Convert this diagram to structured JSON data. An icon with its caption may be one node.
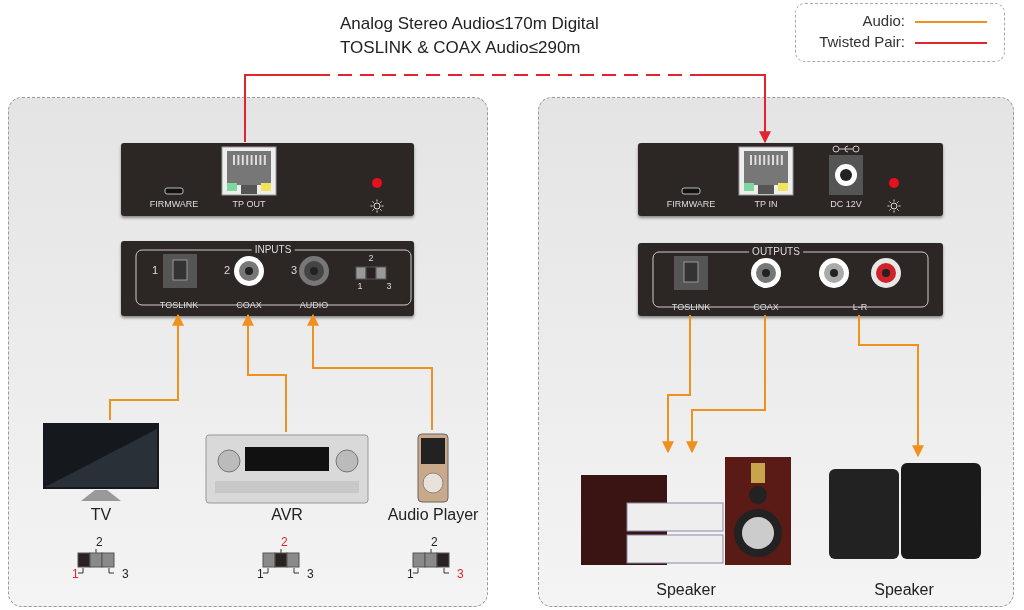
{
  "diagram": {
    "nodes": [
      {
        "text": [],
        "shape": "box"
      },
      {
        "text": [
          "FIRMWARE",
          "TP OUT"
        ],
        "in": 0
      },
      {
        "text": [
          "INPUTS",
          "1",
          "2",
          "3",
          "2",
          "1",
          "3",
          "TOSLINK",
          "COAX",
          "AUDIO"
        ],
        "in": 0
      },
      {
        "text": [
          "TV"
        ],
        "in": 0
      },
      {
        "text": [
          "AVR"
        ],
        "in": 0
      },
      {
        "text": [
          "Audio Player"
        ],
        "in": 0
      },
      {
        "text": [],
        "shape": "box"
      },
      {
        "text": [
          "FIRMWARE",
          "TP IN",
          "DC 12V"
        ],
        "in": 6
      },
      {
        "text": [
          "OUTPUTS",
          "TOSLINK",
          "COAX",
          "L-R"
        ],
        "in": 6
      },
      {
        "text": [
          "Speaker"
        ],
        "in": 6
      },
      {
        "text": [
          "Speaker"
        ],
        "in": 6
      }
    ],
    "edges": [
      {
        "from": 1,
        "to": 7,
        "arrow": "to",
        "label": "Analog Stereo Audio≤170m Digital TOSLINK & COAX Audio≤290m",
        "style": "dashed",
        "color": "#e0252f"
      },
      {
        "from": 3,
        "to": 2,
        "arrow": "to"
      },
      {
        "from": 4,
        "to": 2,
        "arrow": "to"
      },
      {
        "from": 5,
        "to": 2,
        "arrow": "to"
      },
      {
        "from": 8,
        "to": 9,
        "arrow": "to"
      },
      {
        "from": 8,
        "to": 9,
        "arrow": "to"
      },
      {
        "from": 8,
        "to": 10,
        "arrow": "to"
      }
    ],
    "labels": [
      "2",
      "1",
      "3",
      "2",
      "1",
      "3",
      "2",
      "1",
      "3"
    ],
    "legend": [
      {
        "text": "Audio:"
      },
      {
        "text": "Twisted Pair:"
      }
    ]
  }
}
